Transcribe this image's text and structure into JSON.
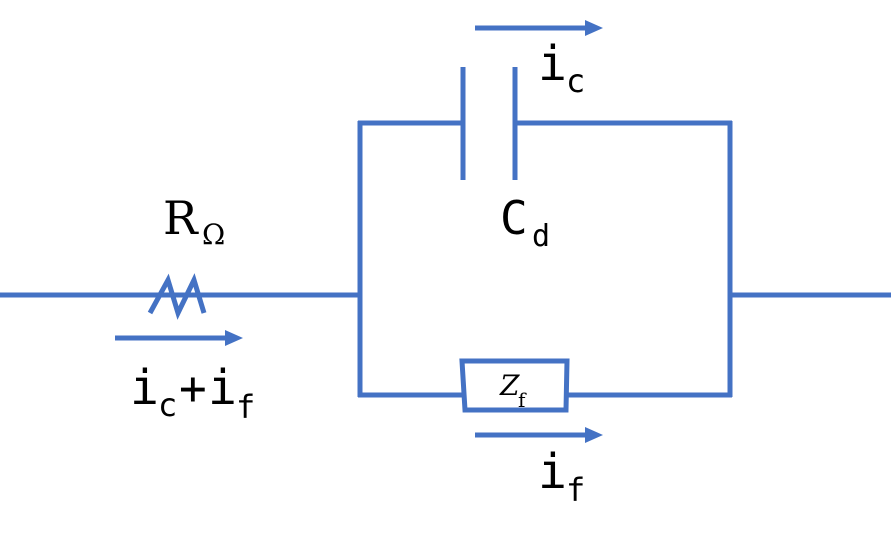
{
  "diagram": {
    "accent_color": "#4472C4",
    "labels": {
      "resistor_main": "R",
      "resistor_sub": "Ω",
      "capacitor_main": "C",
      "capacitor_sub": "d",
      "impedance_main": "Z",
      "impedance_sub": "f",
      "cap_current_main": "i",
      "cap_current_sub": "c",
      "far_current_main": "i",
      "far_current_sub": "f",
      "total_current_main1": "i",
      "total_current_sub1": "c",
      "total_current_plus": "+",
      "total_current_main2": "i",
      "total_current_sub2": "f"
    }
  }
}
